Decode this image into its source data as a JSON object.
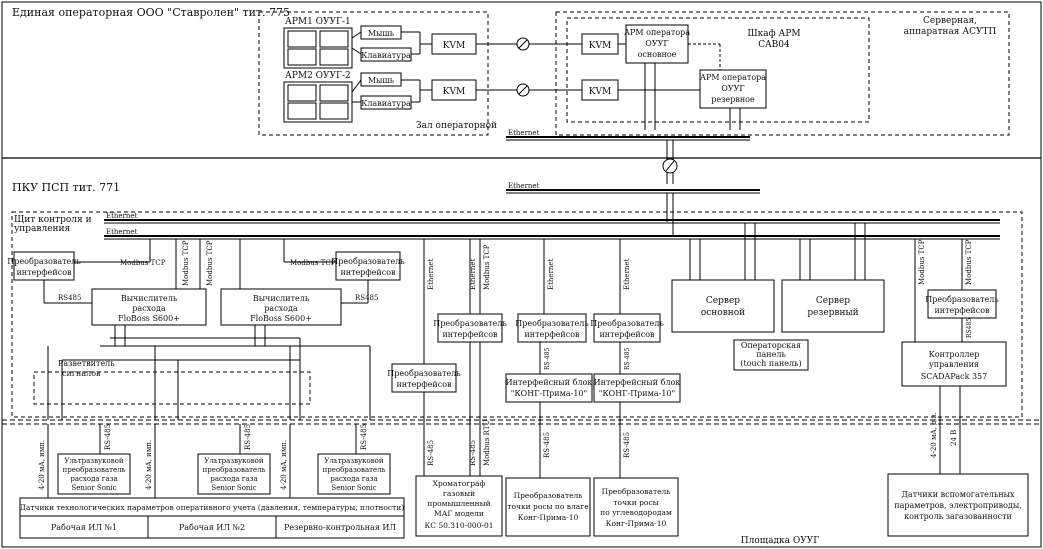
{
  "zones": {
    "operator_room": "Единая операторная ООО \"Ставролен\" тит. 775",
    "operator_hall": "Зал операторной",
    "server_room": [
      "Серверная,",
      "аппаратная АСУТП"
    ],
    "pku": "ПКУ ПСП тит. 771",
    "shield": [
      "Щит контроля и",
      "управления"
    ],
    "site": "Площадка ОУУГ"
  },
  "arm": {
    "arm1": "АРМ1 ОУУГ-1",
    "arm2": "АРМ2 ОУУГ-2",
    "mouse": "Мышь",
    "keyboard": "Клавиатура",
    "kvm": "KVM",
    "cabinet": [
      "Шкаф АРМ",
      "CAB04"
    ],
    "op_main": [
      "АРМ оператора",
      "ОУУГ",
      "основное"
    ],
    "op_reserve": [
      "АРМ оператора",
      "ОУУГ",
      "резервное"
    ]
  },
  "networks": {
    "ethernet": "Ethernet",
    "modbus_tcp": "Modbus TCP",
    "modbus_rtu": "Modbus RTU",
    "rs485": "RS485",
    "rs485_dash": "RS-485",
    "analog_4_20_imp": "4-20 мА, имп.",
    "analog_4_20_dc": "4-20 мА, д.в.",
    "v24": "24 В"
  },
  "devices": {
    "converter": [
      "Преобразователь",
      "интерфейсов"
    ],
    "flow_calc": [
      "Вычислитель",
      "расхода",
      "FloBoss S600+"
    ],
    "signal_splitter": [
      "Разветвитель",
      "сигналов"
    ],
    "server_main": [
      "Сервер",
      "основной"
    ],
    "server_reserve": [
      "Сервер",
      "резервный"
    ],
    "operator_panel": [
      "Операторская",
      "панель",
      "(touch панель)"
    ],
    "controller": [
      "Контроллер",
      "управления",
      "SCADAPack 357"
    ],
    "interface_block": [
      "Интерфейсный блок",
      "\"КОНГ-Прима-10\""
    ],
    "ultrasonic": [
      "Ультразвуковой",
      "преобразователь",
      "расхода газа",
      "Senior Sonic"
    ],
    "chromatograph": [
      "Хроматограф",
      "газовый",
      "промышленный",
      "МАГ модели",
      "КС 50.310-000-01"
    ],
    "dew_water": [
      "Преобразователь",
      "точки росы по влаге",
      "Конг-Прима-10"
    ],
    "dew_hc": [
      "Преобразователь",
      "точки росы",
      "по углеводородам",
      "Конг-Прима-10"
    ],
    "aux_sensors": [
      "Датчики вспомогательных",
      "параметров, электроприводы,",
      "контроль загазованности"
    ],
    "tech_sensors": "Датчики технологических параметров оперативного учета (давления, температуры, плотности)"
  },
  "lines": {
    "line1": "Рабочая ИЛ №1",
    "line2": "Рабочая ИЛ №2",
    "line3": "Резервно-контрольная ИЛ"
  }
}
